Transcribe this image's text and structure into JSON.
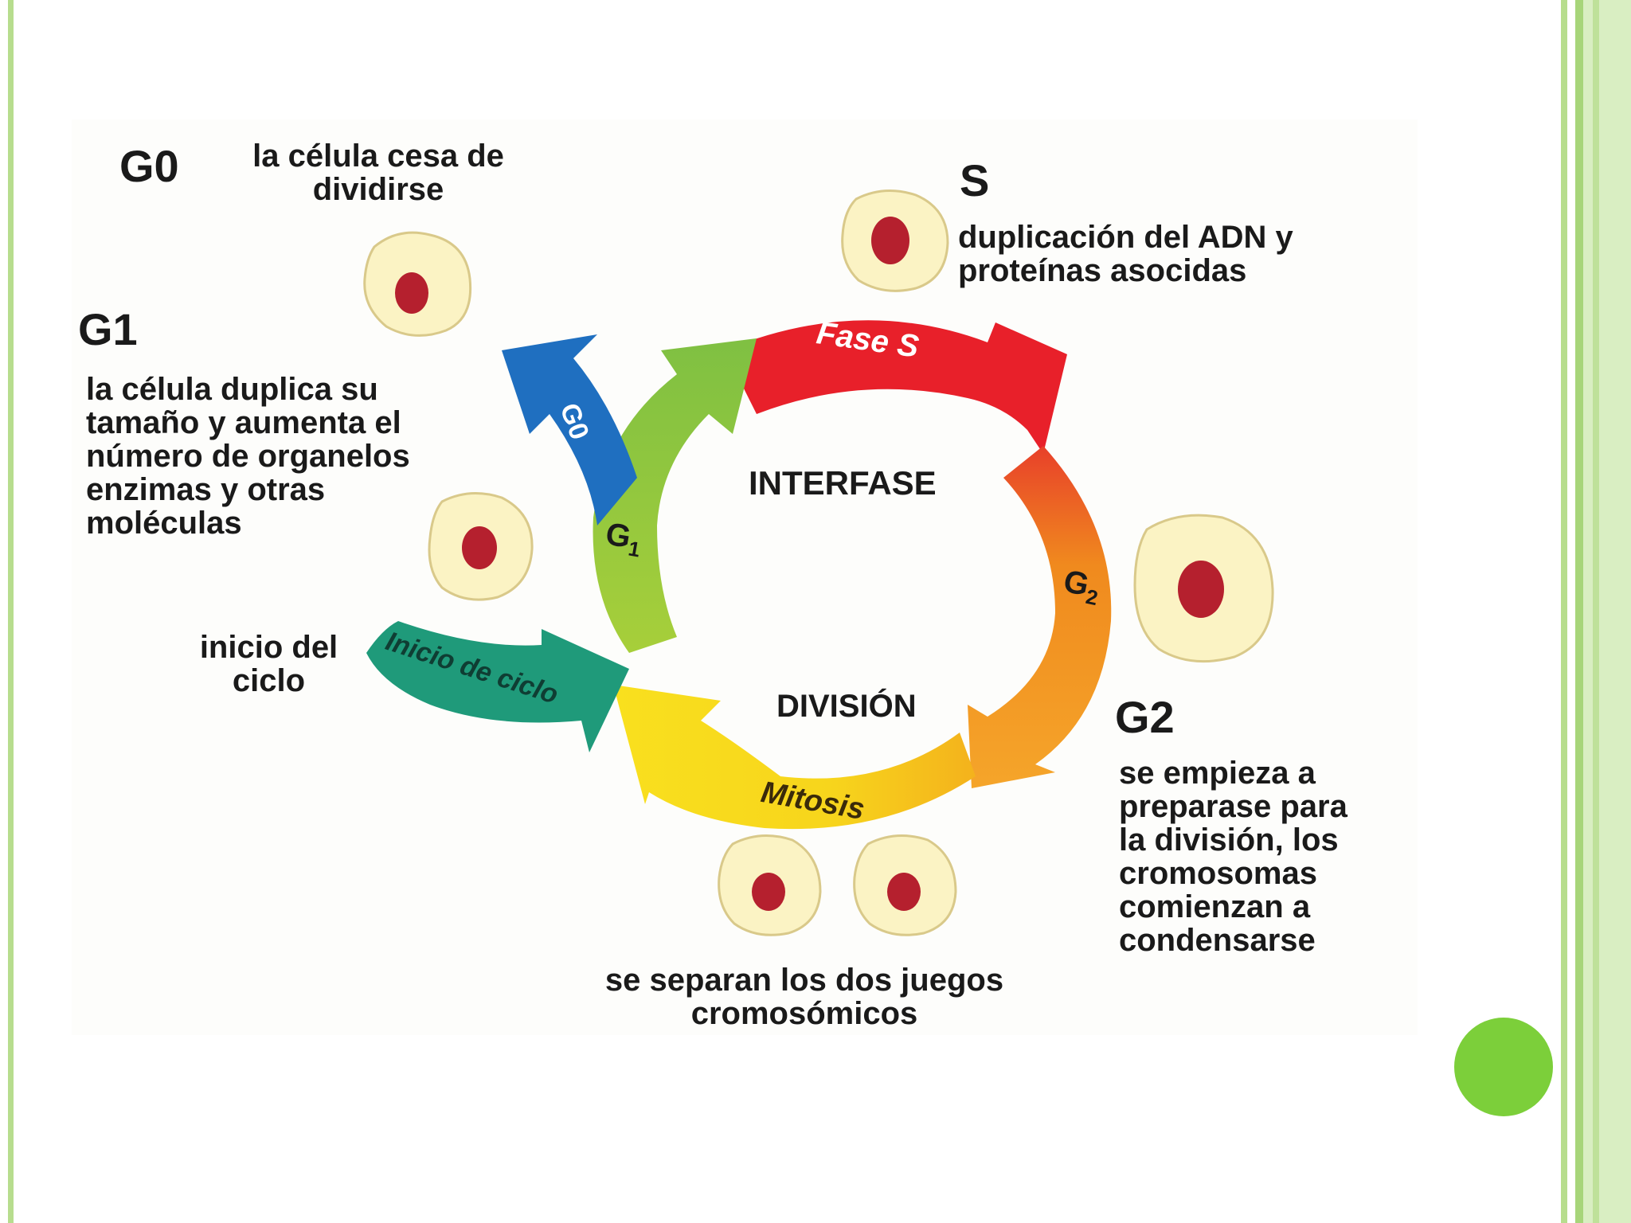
{
  "labels": {
    "g0_title": "G0",
    "g0_desc": "la célula cesa de\ndividirse",
    "s_title": "S",
    "s_desc": "duplicación del ADN y\nproteínas asocidas",
    "g1_title": "G1",
    "g1_desc": "la célula duplica su\ntamaño y aumenta el\nnúmero de organelos\nenzimas y otras\nmoléculas",
    "inicio_desc": "inicio del\nciclo",
    "g2_title": "G2",
    "g2_desc": "se empieza a\npreparase para\nla división, los\ncromosomas\ncomienzan a\ncondensarse",
    "mitosis_desc": "se separan los dos juegos\ncromosómicos"
  },
  "cycle": {
    "center_top": "INTERFASE",
    "center_bottom": "DIVISIÓN",
    "fase_s": "Fase S",
    "mitosis": "Mitosis",
    "g0_arrow": "G0",
    "inicio_arrow": "Inicio de ciclo",
    "g1_letter": "G",
    "g1_sub": "1",
    "g2_letter": "G",
    "g2_sub": "2"
  },
  "colors": {
    "fase_s": "#e8202a",
    "g2": "#f08a1e",
    "mitosis": "#f7d51c",
    "g1": "#8cc43c",
    "g0": "#1f6fc0",
    "inicio": "#1f9a7a",
    "cell_fill": "#fbf3c4",
    "nucleus": "#b5202e",
    "accent_dot": "#7ccf3a"
  }
}
